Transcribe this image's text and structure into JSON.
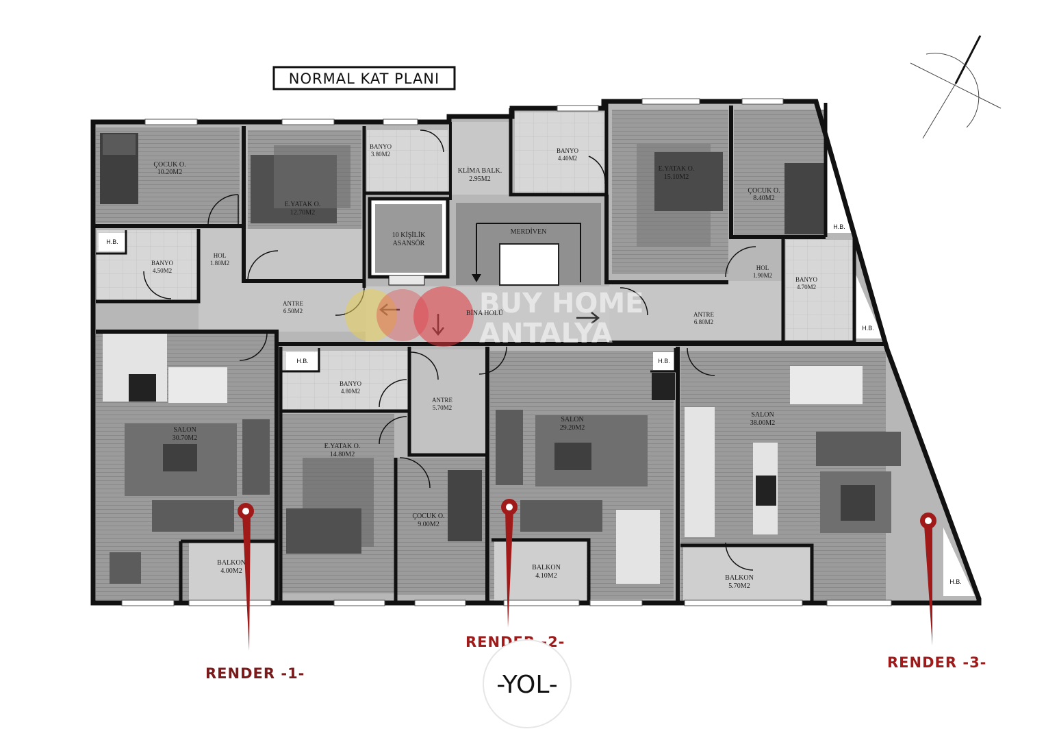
{
  "title": "NORMAL KAT PLANI",
  "road_label": "-YOL-",
  "watermark": {
    "line1": "BUY HOME",
    "line2": "ANTALYA"
  },
  "colors": {
    "wall": "#111111",
    "floor_dark": "#8c8c8c",
    "floor_light": "#cfcfcf",
    "accent": "#a01a1a",
    "watermark_red": "#e0383f",
    "watermark_yellow": "#e8cf57"
  },
  "renders": [
    {
      "id": "render-1",
      "label": "RENDER -1-"
    },
    {
      "id": "render-2",
      "label": "RENDER -2-"
    },
    {
      "id": "render-3",
      "label": "RENDER -3-"
    }
  ],
  "core": {
    "elevator": [
      "10 KİŞİLİK",
      "ASANSÖR"
    ],
    "stairs": "MERDİVEN",
    "hall": "BİNA HOLÜ",
    "ac_balcony": [
      "KLİMA BALK.",
      "2.95M2"
    ]
  },
  "hb_label": "H.B.",
  "rooms": [
    {
      "id": "r1",
      "name": "ÇOCUK O.",
      "area": "10.20M2"
    },
    {
      "id": "r2",
      "name": "E.YATAK O.",
      "area": "12.70M2"
    },
    {
      "id": "r3",
      "name": "BANYO",
      "area": "3.80M2"
    },
    {
      "id": "r4",
      "name": "BANYO",
      "area": "4.40M2"
    },
    {
      "id": "r5",
      "name": "E.YATAK O.",
      "area": "15.10M2"
    },
    {
      "id": "r6",
      "name": "ÇOCUK O.",
      "area": "8.40M2"
    },
    {
      "id": "r7",
      "name": "BANYO",
      "area": "4.50M2"
    },
    {
      "id": "r8",
      "name": "HOL",
      "area": "1.80M2"
    },
    {
      "id": "r9",
      "name": "ANTRE",
      "area": "6.50M2"
    },
    {
      "id": "r10",
      "name": "HOL",
      "area": "1.90M2"
    },
    {
      "id": "r11",
      "name": "BANYO",
      "area": "4.70M2"
    },
    {
      "id": "r12",
      "name": "ANTRE",
      "area": "6.80M2"
    },
    {
      "id": "r13",
      "name": "BANYO",
      "area": "4.80M2"
    },
    {
      "id": "r14",
      "name": "ANTRE",
      "area": "5.70M2"
    },
    {
      "id": "r15",
      "name": "SALON",
      "area": "30.70M2"
    },
    {
      "id": "r16",
      "name": "E.YATAK O.",
      "area": "14.80M2"
    },
    {
      "id": "r17",
      "name": "SALON",
      "area": "29.20M2"
    },
    {
      "id": "r18",
      "name": "SALON",
      "area": "38.00M2"
    },
    {
      "id": "r19",
      "name": "ÇOCUK O.",
      "area": "9.00M2"
    },
    {
      "id": "r20",
      "name": "BALKON",
      "area": "4.00M2"
    },
    {
      "id": "r21",
      "name": "BALKON",
      "area": "4.10M2"
    },
    {
      "id": "r22",
      "name": "BALKON",
      "area": "5.70M2"
    }
  ]
}
